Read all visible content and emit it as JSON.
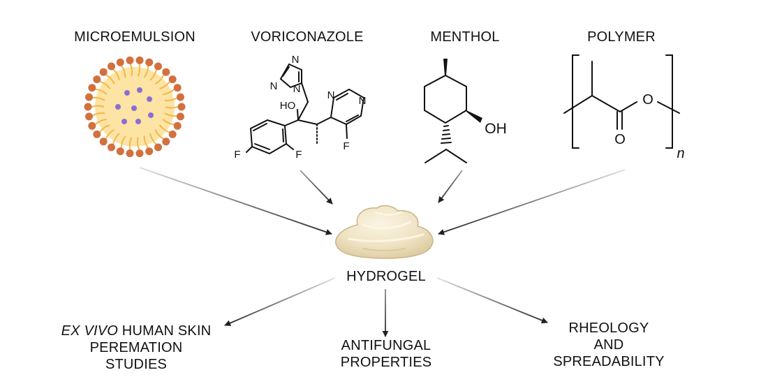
{
  "inputs": {
    "microemulsion": "MICROEMULSION",
    "voriconazole": "VORICONAZOLE",
    "menthol": "MENTHOL",
    "polymer": "POLYMER"
  },
  "center": {
    "label": "HYDROGEL"
  },
  "outputs": {
    "permeation": {
      "italic": "EX VIVO",
      "rest": " HUMAN SKIN",
      "line2": "PEREMATION",
      "line3": "STUDIES"
    },
    "antifungal": {
      "line1": "ANTIFUNGAL",
      "line2": "PROPERTIES"
    },
    "rheology": {
      "line1": "RHEOLOGY",
      "line2": "AND",
      "line3": "SPREADABILITY"
    }
  },
  "chem": {
    "voriconazole": {
      "ho": "HO",
      "n1": "N",
      "n2": "N",
      "n3": "N",
      "n4": "N",
      "n5": "N",
      "f1": "F",
      "f2": "F",
      "f3": "F"
    },
    "menthol": {
      "oh": "OH"
    },
    "polymer": {
      "o1": "O",
      "o2": "O",
      "n": "n"
    }
  },
  "colors": {
    "shell": "#d2703e",
    "core": "#fde3a4",
    "tail": "#f2b84b",
    "drug": "#8a6fd1",
    "gel": "#efe3c4"
  }
}
